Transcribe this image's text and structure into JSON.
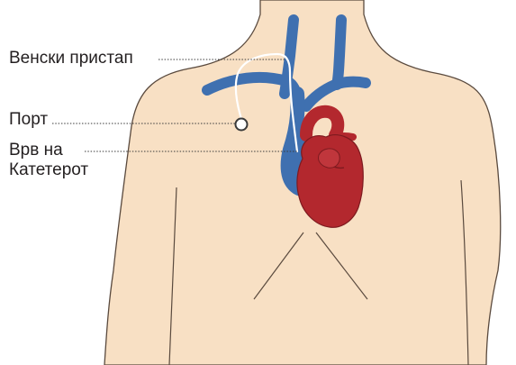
{
  "labels": {
    "venous_access": "Венски пристап",
    "port": "Порт",
    "catheter_tip_line1": "Врв на",
    "catheter_tip_line2": "Катетерот"
  },
  "colors": {
    "skin": "#f8e0c4",
    "outline": "#5a4a3e",
    "vein": "#3f70b0",
    "vein_highlight": "#7fa6d6",
    "heart": "#b3282e",
    "heart_dark": "#7d1a1f",
    "catheter": "#ffffff"
  }
}
